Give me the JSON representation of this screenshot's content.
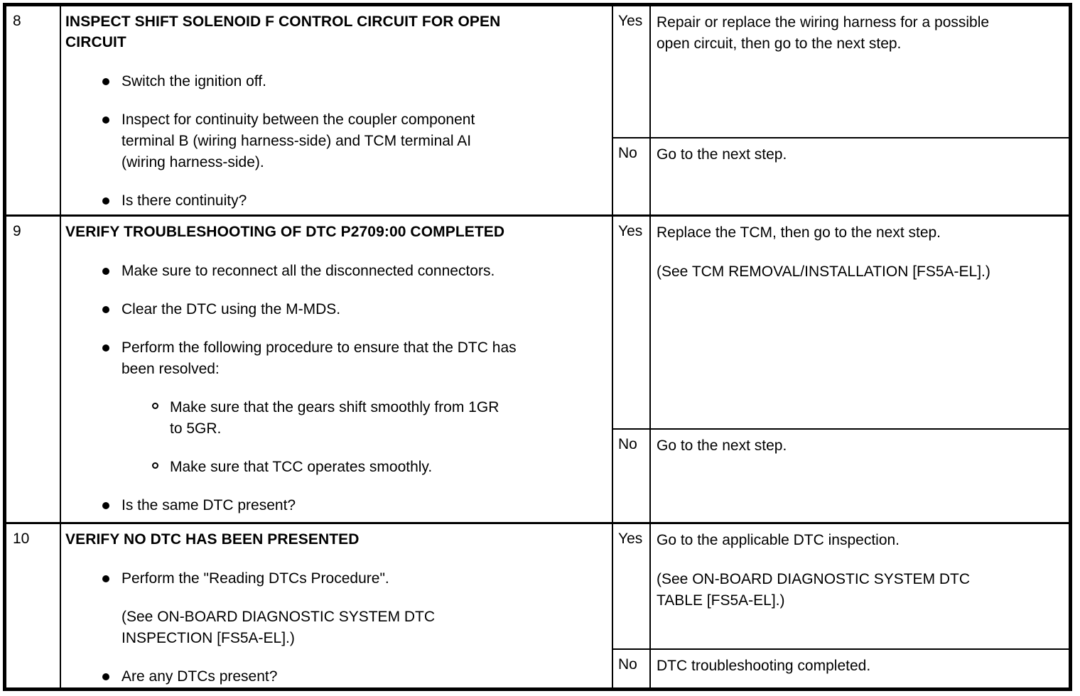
{
  "table": {
    "steps": [
      {
        "step": "8",
        "action": {
          "title": "INSPECT SHIFT SOLENOID F CONTROL CIRCUIT FOR OPEN CIRCUIT",
          "items": [
            {
              "kind": "bullet",
              "text": "Switch the ignition off."
            },
            {
              "kind": "bullet",
              "text": "Inspect for continuity between the coupler component terminal B (wiring harness-side) and TCM terminal AI (wiring harness-side)."
            },
            {
              "kind": "bullet",
              "text": "Is there continuity?"
            }
          ]
        },
        "yes": {
          "label": "Yes",
          "text": "Repair or replace the wiring harness for a possible open circuit, then go to the next step."
        },
        "no": {
          "label": "No",
          "text": "Go to the next step."
        }
      },
      {
        "step": "9",
        "action": {
          "title": "VERIFY TROUBLESHOOTING OF DTC P2709:00 COMPLETED",
          "items": [
            {
              "kind": "bullet",
              "text": "Make sure to reconnect all the disconnected connectors."
            },
            {
              "kind": "bullet",
              "text": "Clear the DTC using the M-MDS."
            },
            {
              "kind": "bullet",
              "text": "Perform the following procedure to ensure that the DTC has been resolved:"
            },
            {
              "kind": "sub-bullet",
              "text": "Make sure that the gears shift smoothly from 1GR to 5GR."
            },
            {
              "kind": "sub-bullet",
              "text": "Make sure that TCC operates smoothly."
            },
            {
              "kind": "bullet",
              "text": "Is the same DTC present?"
            }
          ]
        },
        "yes": {
          "label": "Yes",
          "text": "Replace the TCM, then go to the next step.",
          "note": "(See TCM REMOVAL/INSTALLATION [FS5A-EL].)"
        },
        "no": {
          "label": "No",
          "text": "Go to the next step."
        }
      },
      {
        "step": "10",
        "action": {
          "title": "VERIFY NO DTC HAS BEEN PRESENTED",
          "items": [
            {
              "kind": "bullet",
              "text": "Perform the \"Reading DTCs Procedure\"."
            },
            {
              "kind": "note",
              "text": "(See ON-BOARD DIAGNOSTIC SYSTEM DTC INSPECTION [FS5A-EL].)"
            },
            {
              "kind": "bullet",
              "text": "Are any DTCs present?"
            }
          ]
        },
        "yes": {
          "label": "Yes",
          "text": "Go to the applicable DTC inspection.",
          "note": "(See ON-BOARD DIAGNOSTIC SYSTEM DTC TABLE [FS5A-EL].)"
        },
        "no": {
          "label": "No",
          "text": "DTC troubleshooting completed."
        }
      }
    ]
  },
  "colors": {
    "ink": "#000000",
    "paper": "#ffffff"
  }
}
